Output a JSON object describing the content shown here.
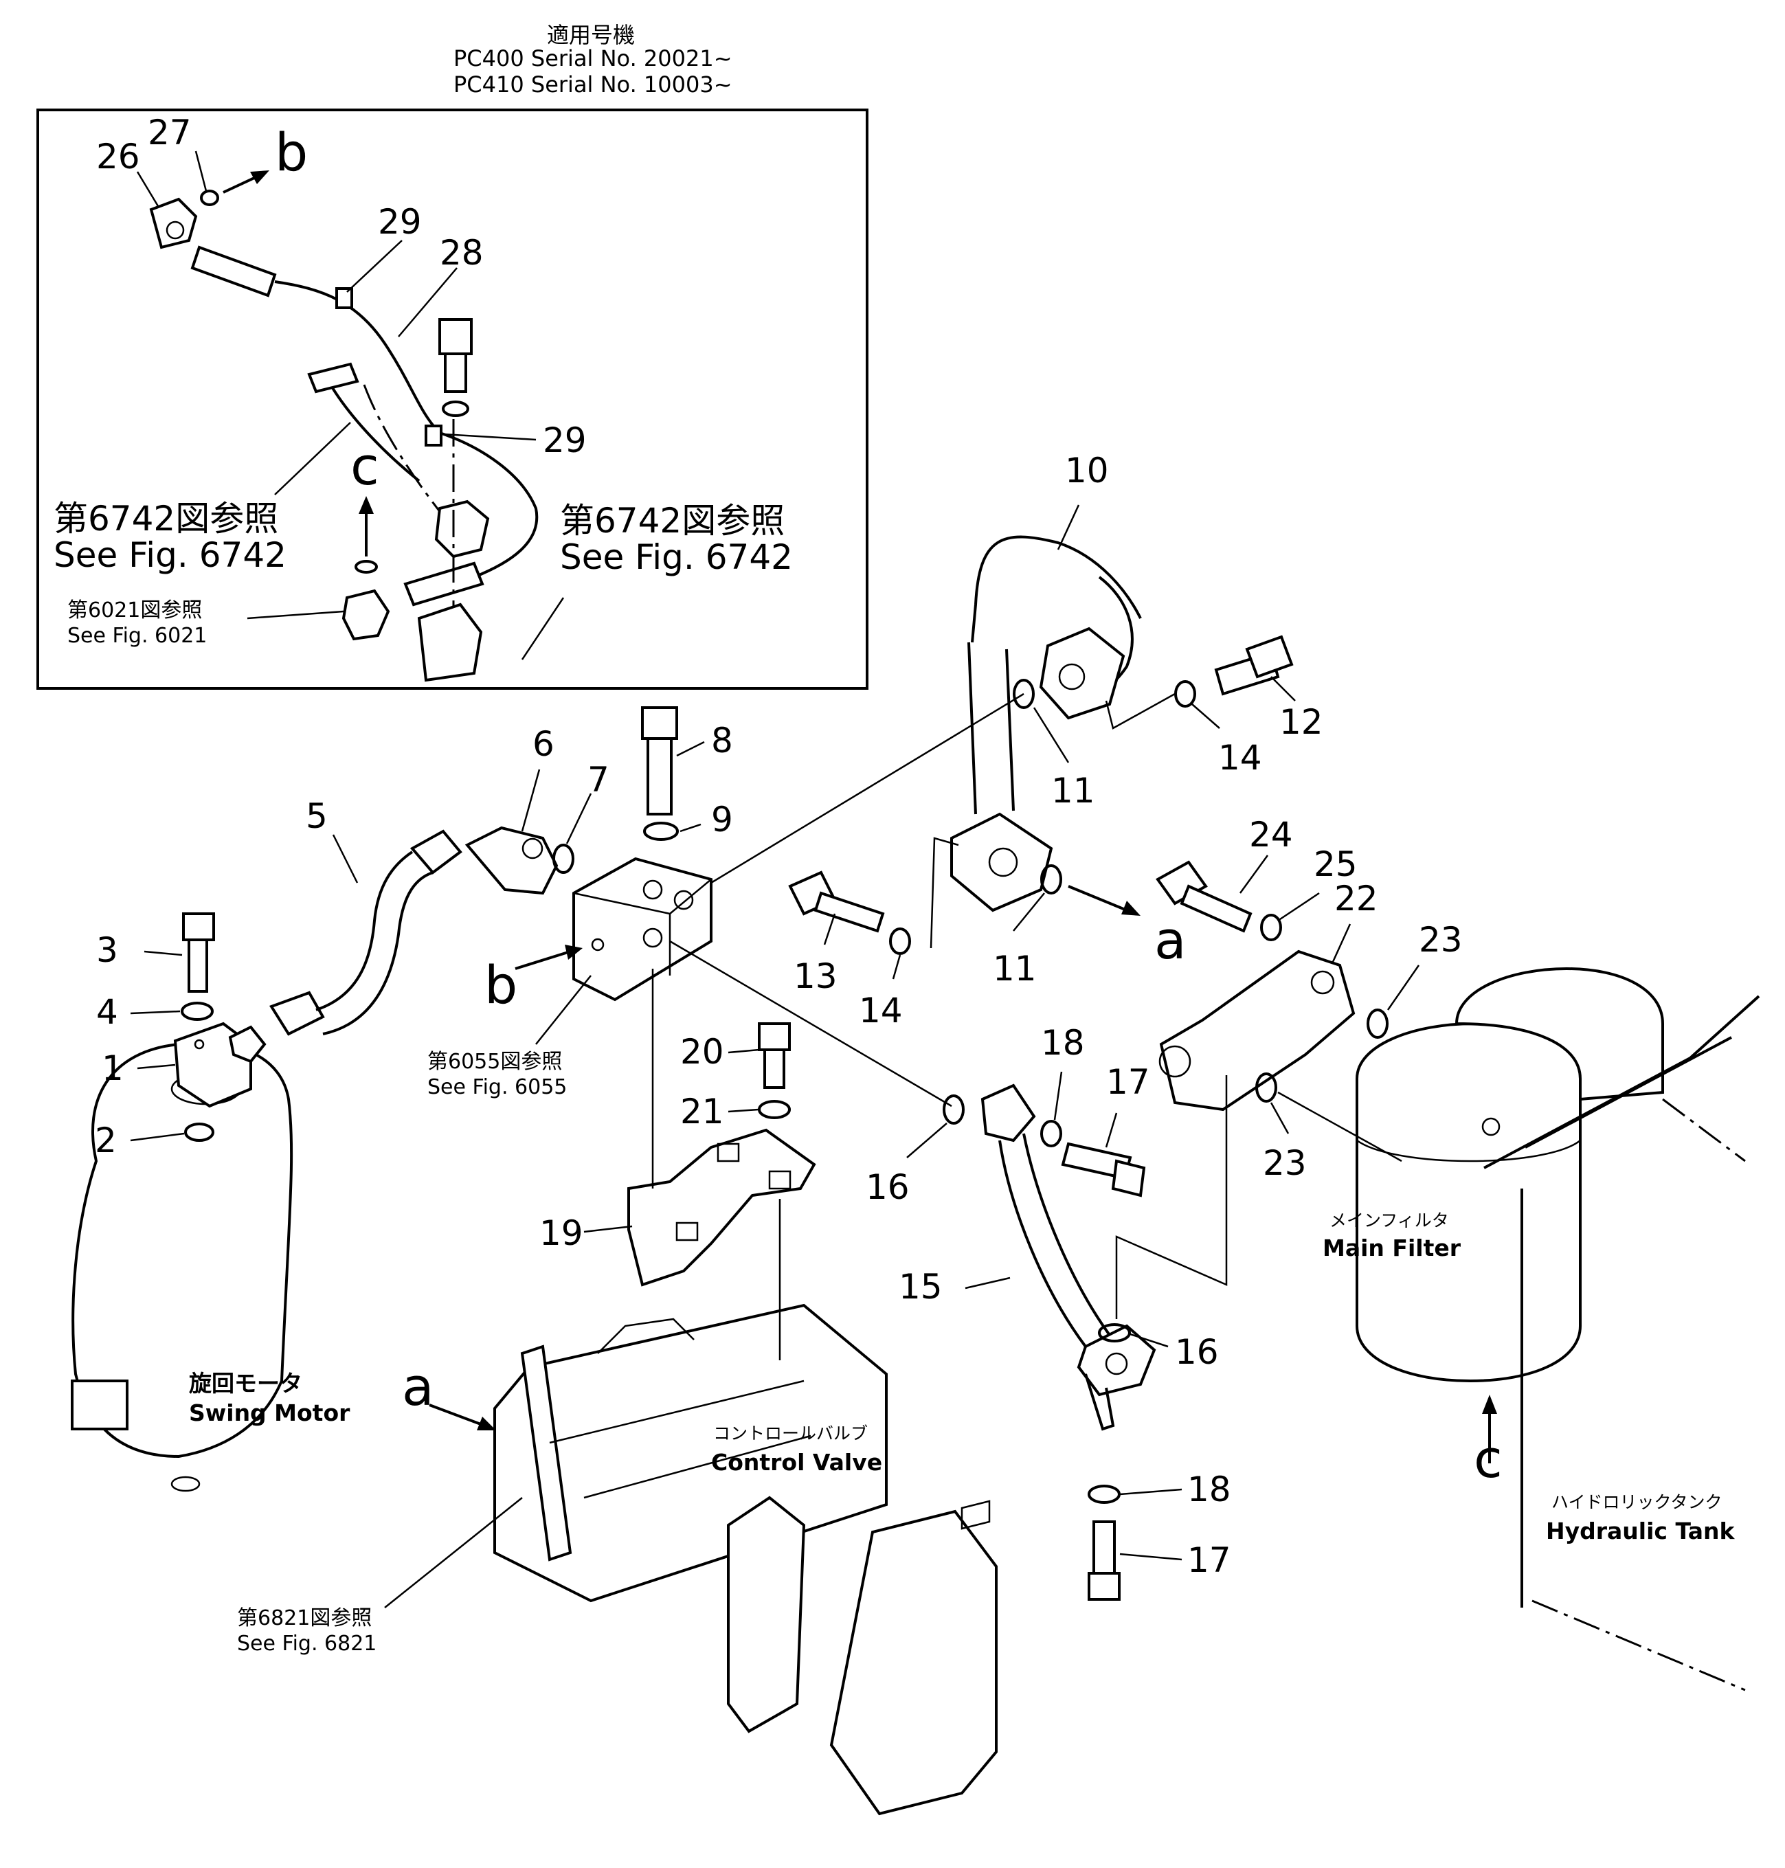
{
  "header": {
    "jp": "適用号機",
    "lines": [
      "PC400  Serial  No.  20021~",
      "PC410  Serial  No.  10003~"
    ]
  },
  "inset": {
    "callouts": [
      "26",
      "27",
      "28",
      "29",
      "29"
    ],
    "letters": [
      "b",
      "c"
    ],
    "refs": [
      {
        "jp": "第6742図参照",
        "en": "See  Fig.  6742"
      },
      {
        "jp": "第6742図参照",
        "en": "See  Fig.  6742"
      },
      {
        "jp": "第6021図参照",
        "en": "See  Fig.  6021"
      }
    ]
  },
  "callouts": [
    "1",
    "2",
    "3",
    "4",
    "5",
    "6",
    "7",
    "8",
    "9",
    "10",
    "11",
    "11",
    "12",
    "13",
    "14",
    "14",
    "15",
    "16",
    "16",
    "17",
    "17",
    "18",
    "18",
    "19",
    "20",
    "21",
    "22",
    "23",
    "23",
    "24",
    "25"
  ],
  "letters": [
    "a",
    "a",
    "b",
    "c"
  ],
  "refs": {
    "fig6055": {
      "jp": "第6055図参照",
      "en": "See  Fig.  6055"
    },
    "fig6821": {
      "jp": "第6821図参照",
      "en": "See  Fig.  6821"
    }
  },
  "labels": {
    "swing_motor": {
      "jp": "旋回モータ",
      "en": "Swing  Motor"
    },
    "control_valve": {
      "jp": "コントロールバルブ",
      "en": "Control  Valve"
    },
    "main_filter": {
      "jp": "メインフィルタ",
      "en": "Main  Filter"
    },
    "hydraulic_tank": {
      "jp": "ハイドロリックタンク",
      "en": "Hydraulic  Tank"
    }
  }
}
